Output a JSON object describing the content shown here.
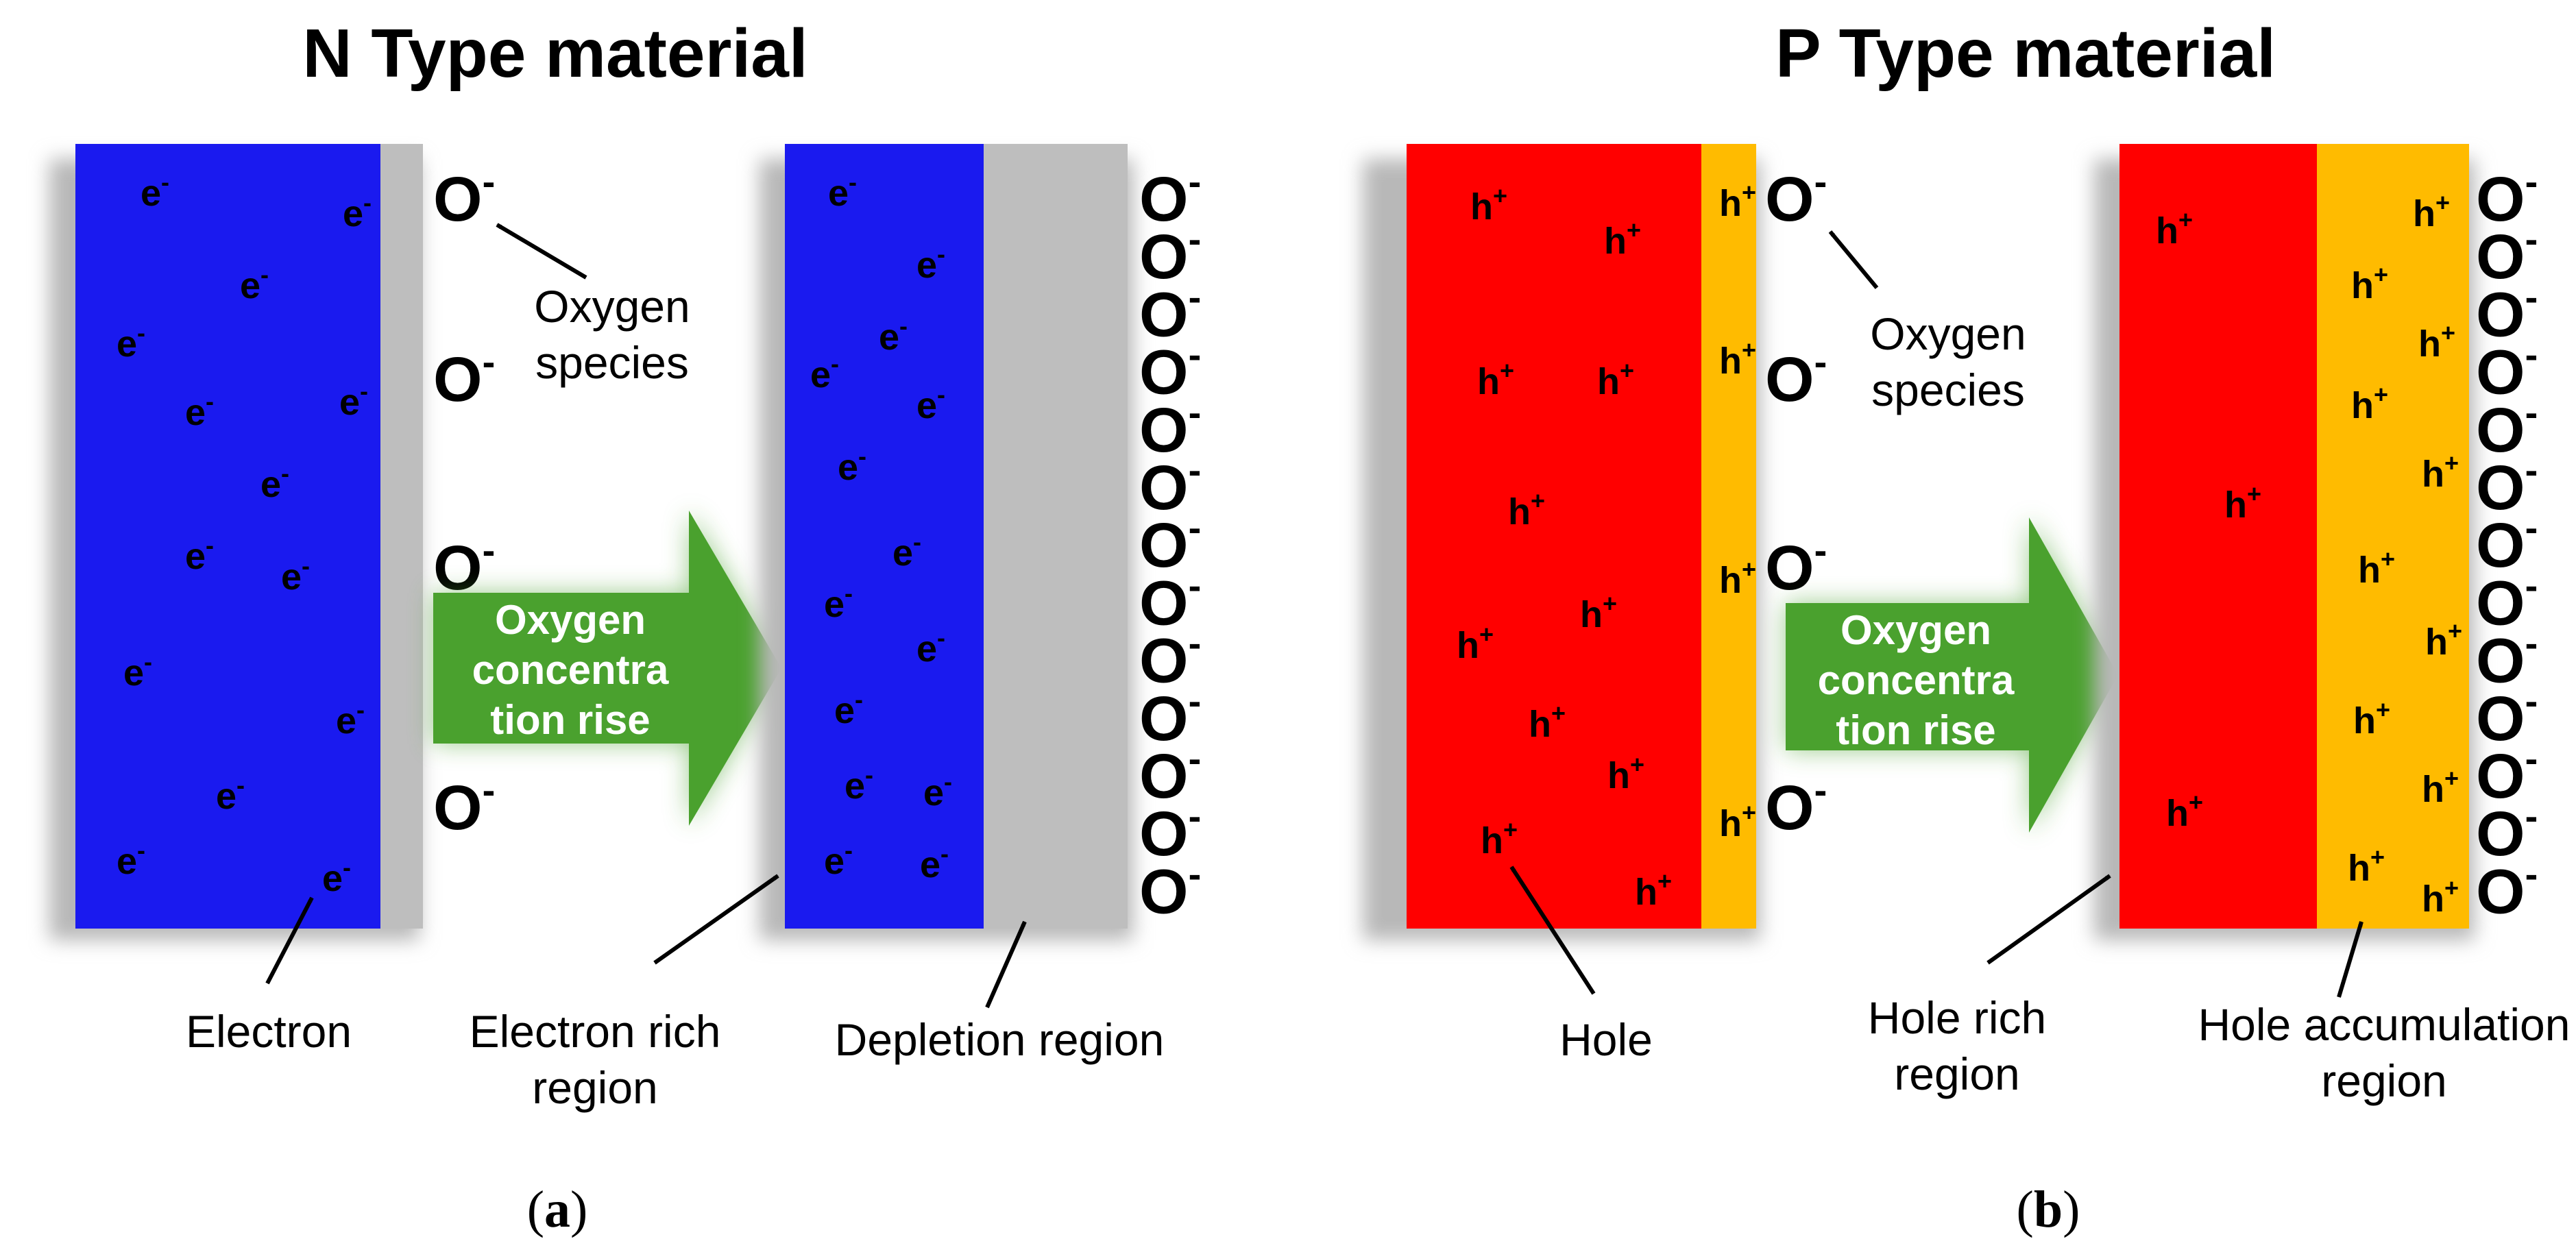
{
  "colors": {
    "n_bulk": "#1a1aef",
    "n_surface": "#bebebe",
    "p_bulk": "#ff0000",
    "p_surface": "#ffbb00",
    "arrow": "#4aa12e",
    "shadow": "#b8b8b8",
    "text": "#000000",
    "arrow_text": "#ffffff"
  },
  "panel_a": {
    "title": "N Type material",
    "caption_open": "(",
    "caption_letter": "a",
    "caption_close": ")",
    "carrier_symbol": "e",
    "carrier_sup": "-",
    "oxygen_symbol": "O",
    "oxygen_sup": "-",
    "oxygen_label_line1": "Oxygen",
    "oxygen_label_line2": "species",
    "arrow_line1": "Oxygen",
    "arrow_line2": "concentra",
    "arrow_line3": "tion rise",
    "label_carrier": "Electron",
    "label_rich_line1": "Electron rich",
    "label_rich_line2": "region",
    "label_surface": "Depletion region"
  },
  "panel_b": {
    "title": "P Type material",
    "caption_open": "(",
    "caption_letter": "b",
    "caption_close": ")",
    "carrier_symbol": "h",
    "carrier_sup": "+",
    "oxygen_symbol": "O",
    "oxygen_sup": "-",
    "oxygen_label_line1": "Oxygen",
    "oxygen_label_line2": "species",
    "arrow_line1": "Oxygen",
    "arrow_line2": "concentra",
    "arrow_line3": "tion rise",
    "label_carrier": "Hole",
    "label_rich_line1": "Hole rich",
    "label_rich_line2": "region",
    "label_surface_line1": "Hole accumulation",
    "label_surface_line2": "region"
  }
}
